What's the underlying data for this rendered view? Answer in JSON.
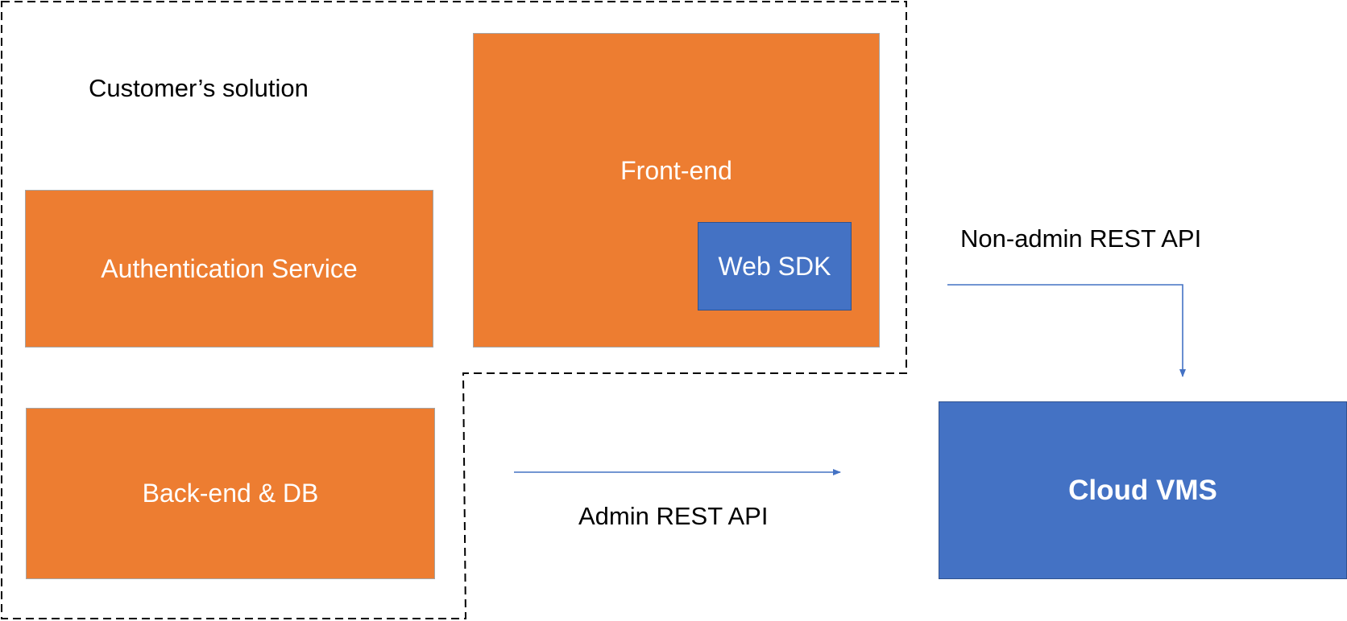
{
  "labels": {
    "customer_solution": "Customer’s solution",
    "non_admin_api": "Non-admin  REST API",
    "admin_api": "Admin REST API"
  },
  "boxes": {
    "frontend": "Front-end",
    "web_sdk": "Web SDK",
    "auth_service": "Authentication Service",
    "backend_db": "Back-end & DB",
    "cloud_vms": "Cloud VMS"
  },
  "colors": {
    "component_orange": "#ed7d31",
    "component_blue": "#4472c4",
    "arrow": "#4472c4",
    "boundary": "#000000"
  }
}
